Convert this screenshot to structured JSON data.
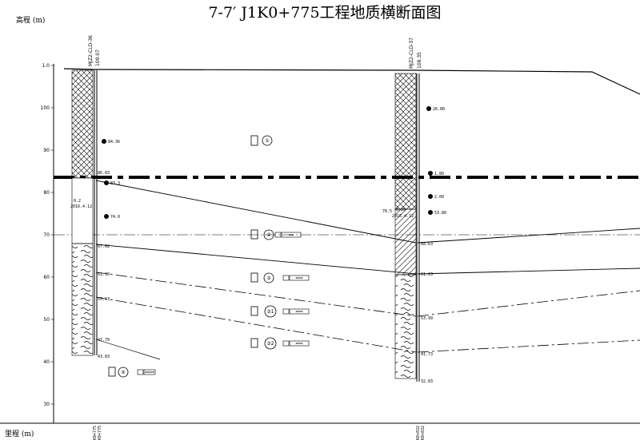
{
  "title": "7-7′ J1K0+775工程地质横断面图",
  "axis": {
    "elev_label": "高程 (m)",
    "dist_label": "里程 (m)",
    "ticks": [
      {
        "label": "1.0"
      },
      {
        "label": "100"
      },
      {
        "label": "90"
      },
      {
        "label": "80"
      },
      {
        "label": "70"
      },
      {
        "label": "60"
      },
      {
        "label": "50"
      },
      {
        "label": "40"
      },
      {
        "label": "30"
      }
    ]
  },
  "boreholes": [
    {
      "id": "MJZ2-CLD-36",
      "elevation": "109.07",
      "bottom_labels": [
        "K0+775",
        "K0+775"
      ],
      "water_level": "86.83",
      "depth_note": "2016.4.12",
      "note": "0.2",
      "layer_marks": [
        "67.62",
        "61.30",
        "55.13",
        "47.70",
        "43.83"
      ],
      "spt": [
        "84.36",
        "83.3",
        "74.0"
      ]
    },
    {
      "id": "MJZ2-CLD-37",
      "elevation": "108.35",
      "bottom_labels": [
        "K0+832",
        "K0+832"
      ],
      "water_level": "78.5",
      "depth_note": "2016.4.12",
      "note": "8.20",
      "layer_marks": [
        "68.63",
        "61.63",
        "53.99",
        "41.73",
        "32.83"
      ],
      "spt": [
        "26.80",
        "1.80",
        "2.00",
        "53.80"
      ]
    }
  ],
  "legend_blocks": [
    {
      "code": "①",
      "box": ""
    },
    {
      "code": "②",
      "box": "=="
    },
    {
      "code": "③",
      "box": "==="
    },
    {
      "code": "③1",
      "box": "==="
    },
    {
      "code": "③2",
      "box": "==="
    },
    {
      "code": "④",
      "box": "===="
    }
  ]
}
